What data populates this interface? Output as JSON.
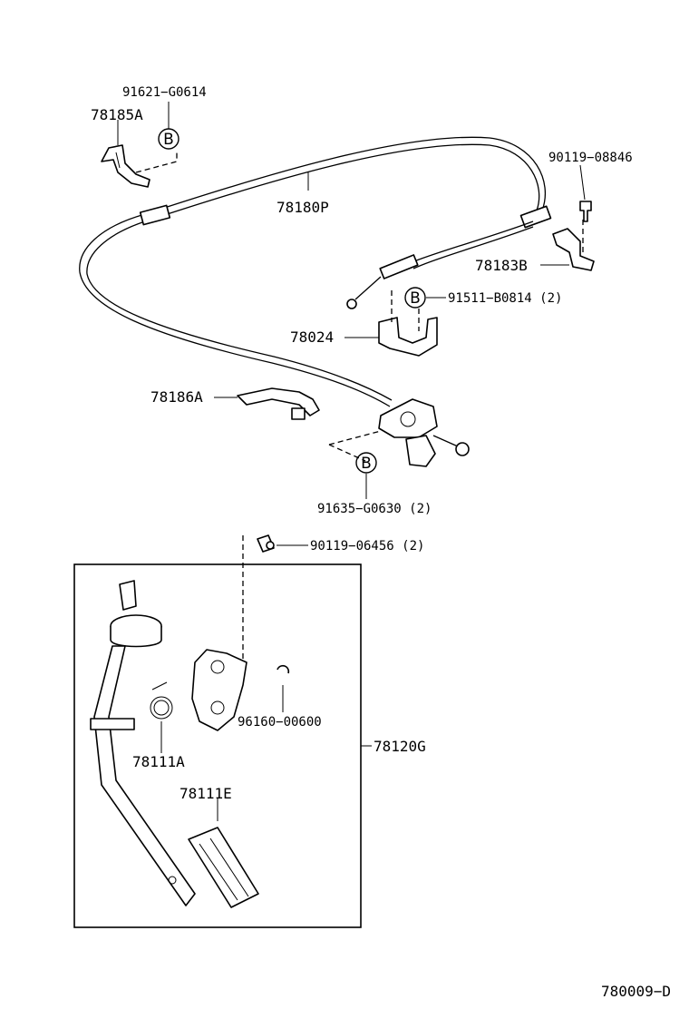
{
  "diagram": {
    "parts": {
      "p91621": "91621−G0614",
      "p78185A": "78185A",
      "p78180P": "78180P",
      "p90119_08846": "90119−08846",
      "p78183B": "78183B",
      "p91511": "91511−B0814 (2)",
      "p78024": "78024",
      "p78186A": "78186A",
      "p91635": "91635−G0630 (2)",
      "p90119_06456": "90119−06456 (2)",
      "p96160": "96160−00600",
      "p78120G": "78120G",
      "p78111A": "78111A",
      "p78111E": "78111E"
    },
    "badges": {
      "b1": "B",
      "b2": "B",
      "b3": "B"
    },
    "drawing_number": "780009−D"
  }
}
